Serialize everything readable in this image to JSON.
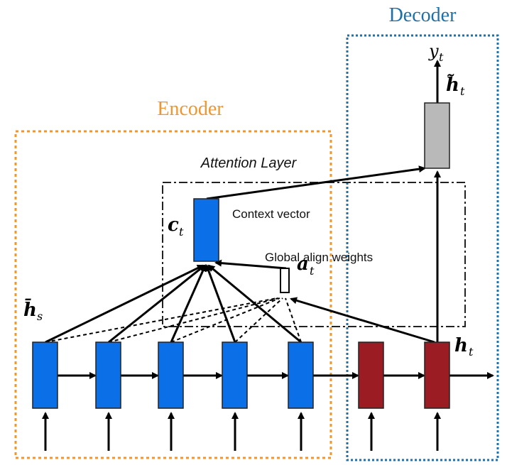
{
  "labels": {
    "encoder": "Encoder",
    "decoder": "Decoder",
    "attention_layer": "Attention Layer",
    "context_vector": "Context vector",
    "global_align_weights": "Global align weights"
  },
  "symbols": {
    "y_t": {
      "base": "y",
      "sub": "t"
    },
    "h_tilde_t": {
      "base": "h̃",
      "sub": "t"
    },
    "c_t": {
      "base": "c",
      "sub": "t"
    },
    "a_t": {
      "base": "a",
      "sub": "t"
    },
    "h_bar_s": {
      "base": "h̄",
      "sub": "s"
    },
    "h_t": {
      "base": "h",
      "sub": "t"
    }
  },
  "colors": {
    "encoder_box": "#f0962e",
    "encoder_text": "#f0962e",
    "decoder_box": "#1f6fa8",
    "decoder_text": "#1f6fa8",
    "encoder_cell": "#0b6fe8",
    "decoder_cell": "#9b1c23",
    "output_cell": "#b9b9b9",
    "arrow": "#000000"
  }
}
